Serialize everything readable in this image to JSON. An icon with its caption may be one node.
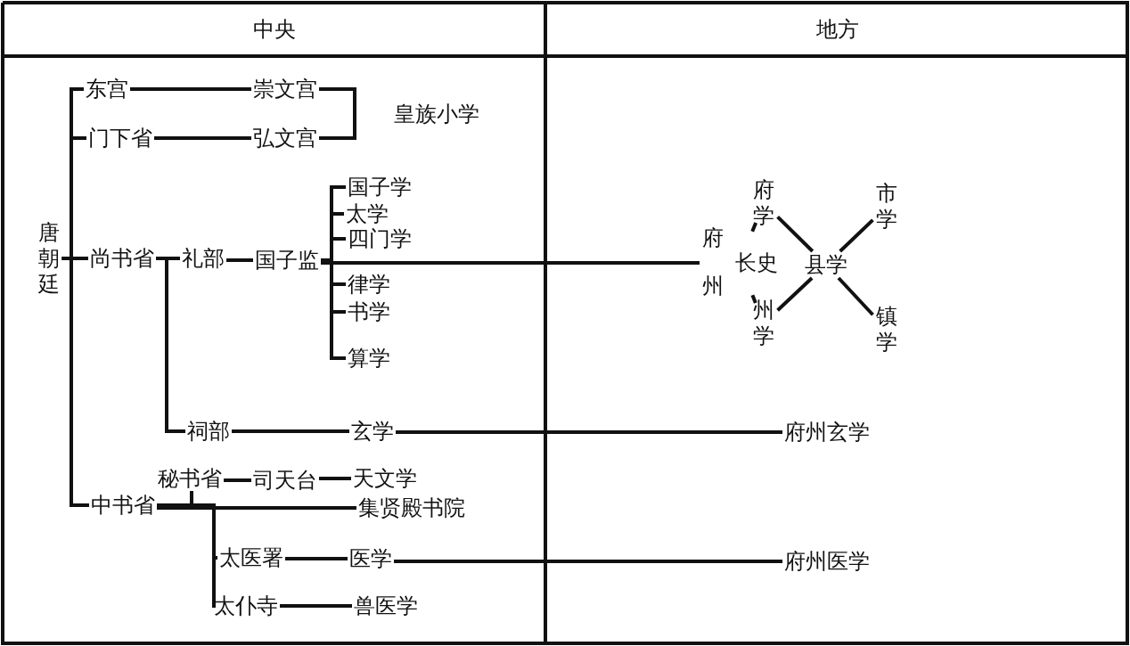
{
  "diagram": {
    "nodes": [
      {
        "text": [
          "唐朝廷"
        ]
      },
      {
        "text": [
          "东宫"
        ]
      },
      {
        "text": [
          "崇文宫"
        ]
      },
      {
        "text": [
          "门下省"
        ]
      },
      {
        "text": [
          "弘文宫"
        ]
      },
      {
        "text": [
          "皇族小学"
        ]
      },
      {
        "text": [
          "尚书省"
        ]
      },
      {
        "text": [
          "礼部"
        ]
      },
      {
        "text": [
          "国子监"
        ]
      },
      {
        "text": [
          "国子学"
        ]
      },
      {
        "text": [
          "太学"
        ]
      },
      {
        "text": [
          "四门学"
        ]
      },
      {
        "text": [
          "律学"
        ]
      },
      {
        "text": [
          "书学"
        ]
      },
      {
        "text": [
          "算学"
        ]
      },
      {
        "text": [
          "祠部"
        ]
      },
      {
        "text": [
          "玄学"
        ]
      },
      {
        "text": [
          "秘书省"
        ]
      },
      {
        "text": [
          "司天台"
        ]
      },
      {
        "text": [
          "天文学"
        ]
      },
      {
        "text": [
          "中书省"
        ]
      },
      {
        "text": [
          "集贤殿书院"
        ]
      },
      {
        "text": [
          "太医署"
        ]
      },
      {
        "text": [
          "医学"
        ]
      },
      {
        "text": [
          "太仆寺"
        ]
      },
      {
        "text": [
          "兽医学"
        ]
      },
      {
        "text": [
          "府州",
          "长史"
        ]
      },
      {
        "text": [
          "府学"
        ]
      },
      {
        "text": [
          "州学"
        ]
      },
      {
        "text": [
          "县学"
        ]
      },
      {
        "text": [
          "市学"
        ]
      },
      {
        "text": [
          "镇学"
        ]
      },
      {
        "text": [
          "府州玄学"
        ]
      },
      {
        "text": [
          "府州医学"
        ]
      }
    ],
    "edges": [
      {
        "from": 0,
        "to": 1,
        "arrow": "none"
      },
      {
        "from": 0,
        "to": 3,
        "arrow": "none"
      },
      {
        "from": 0,
        "to": 6,
        "arrow": "none"
      },
      {
        "from": 0,
        "to": 20,
        "arrow": "none"
      },
      {
        "from": 1,
        "to": 2,
        "arrow": "none"
      },
      {
        "from": 3,
        "to": 4,
        "arrow": "none"
      },
      {
        "from": 2,
        "to": 4,
        "arrow": "none"
      },
      {
        "from": 6,
        "to": 7,
        "arrow": "none"
      },
      {
        "from": 6,
        "to": 15,
        "arrow": "none"
      },
      {
        "from": 7,
        "to": 8,
        "arrow": "none"
      },
      {
        "from": 8,
        "to": 9,
        "arrow": "none"
      },
      {
        "from": 8,
        "to": 10,
        "arrow": "none"
      },
      {
        "from": 8,
        "to": 11,
        "arrow": "none"
      },
      {
        "from": 8,
        "to": 12,
        "arrow": "none"
      },
      {
        "from": 8,
        "to": 13,
        "arrow": "none"
      },
      {
        "from": 8,
        "to": 14,
        "arrow": "none"
      },
      {
        "from": 8,
        "to": 26,
        "arrow": "none"
      },
      {
        "from": 15,
        "to": 16,
        "arrow": "none"
      },
      {
        "from": 16,
        "to": 32,
        "arrow": "none"
      },
      {
        "from": 20,
        "to": 17,
        "arrow": "none"
      },
      {
        "from": 20,
        "to": 21,
        "arrow": "none"
      },
      {
        "from": 20,
        "to": 22,
        "arrow": "none"
      },
      {
        "from": 20,
        "to": 24,
        "arrow": "none"
      },
      {
        "from": 17,
        "to": 18,
        "arrow": "none"
      },
      {
        "from": 18,
        "to": 19,
        "arrow": "none"
      },
      {
        "from": 22,
        "to": 23,
        "arrow": "none"
      },
      {
        "from": 23,
        "to": 33,
        "arrow": "none"
      },
      {
        "from": 24,
        "to": 25,
        "arrow": "none"
      },
      {
        "from": 26,
        "to": 27,
        "arrow": "none"
      },
      {
        "from": 26,
        "to": 28,
        "arrow": "none"
      },
      {
        "from": 27,
        "to": 29,
        "arrow": "none"
      },
      {
        "from": 28,
        "to": 29,
        "arrow": "none"
      },
      {
        "from": 29,
        "to": 30,
        "arrow": "none"
      },
      {
        "from": 29,
        "to": 31,
        "arrow": "none"
      }
    ],
    "labels": [
      "中央",
      "地方"
    ]
  }
}
